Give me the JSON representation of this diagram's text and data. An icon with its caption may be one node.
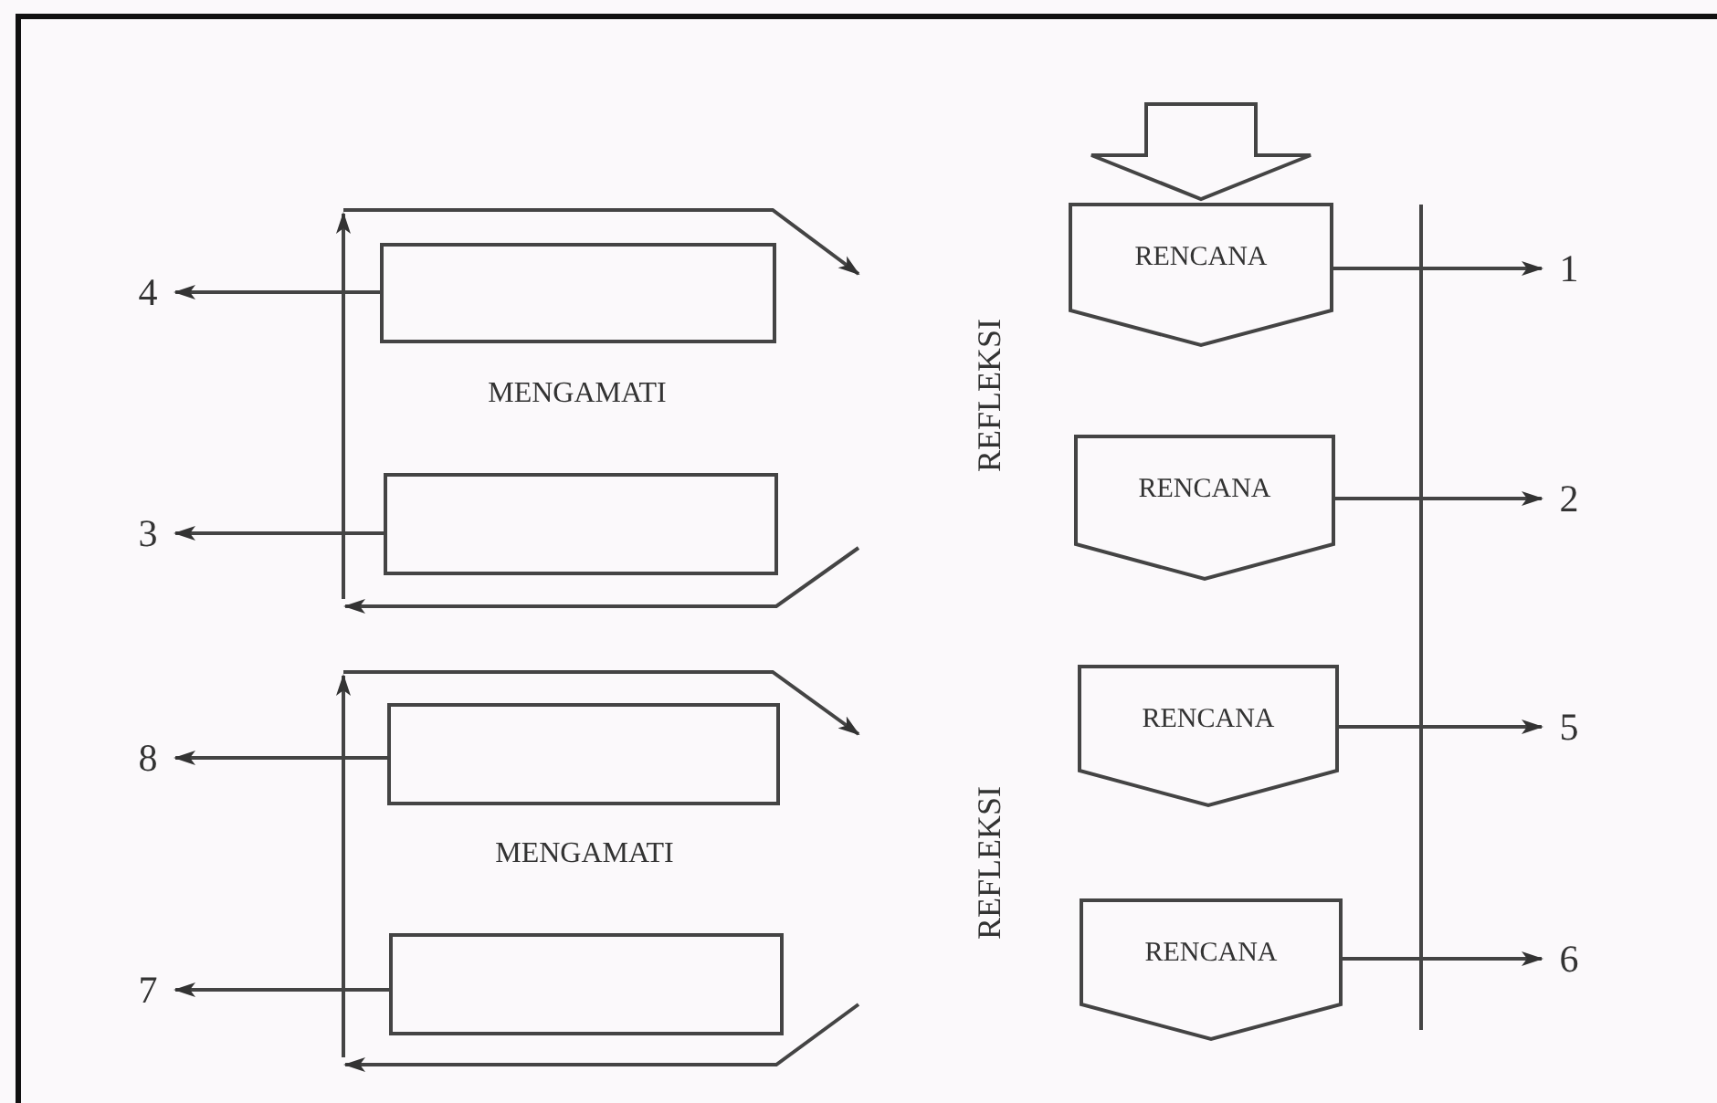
{
  "diagram": {
    "nodes": [
      {
        "text": [
          "RENCANA"
        ]
      },
      {
        "text": [
          "RENCANA"
        ]
      },
      {
        "text": [
          "RENCANA"
        ]
      },
      {
        "text": [
          "RENCANA"
        ]
      },
      {
        "text": [],
        "shape": "box"
      },
      {
        "text": [],
        "shape": "box"
      },
      {
        "text": [],
        "shape": "box"
      },
      {
        "text": [],
        "shape": "box"
      },
      {
        "text": [
          "1"
        ]
      },
      {
        "text": [
          "2"
        ]
      },
      {
        "text": [
          "5"
        ]
      },
      {
        "text": [
          "6"
        ]
      },
      {
        "text": [
          "4"
        ]
      },
      {
        "text": [
          "3"
        ]
      },
      {
        "text": [
          "8"
        ]
      },
      {
        "text": [
          "7"
        ]
      }
    ],
    "edges": [
      {
        "from": null,
        "to": 0,
        "arrow": "to"
      },
      {
        "from": 0,
        "to": 8,
        "arrow": "to"
      },
      {
        "from": 1,
        "to": 9,
        "arrow": "to"
      },
      {
        "from": 2,
        "to": 10,
        "arrow": "to"
      },
      {
        "from": 3,
        "to": 11,
        "arrow": "to"
      },
      {
        "from": 4,
        "to": 12,
        "arrow": "to"
      },
      {
        "from": 5,
        "to": 13,
        "arrow": "to"
      },
      {
        "from": 6,
        "to": 14,
        "arrow": "to"
      },
      {
        "from": 7,
        "to": 15,
        "arrow": "to"
      }
    ],
    "labels": [
      "MENGAMATI",
      "REFLEKSI",
      "MENGAMATI",
      "REFLEKSI"
    ]
  }
}
